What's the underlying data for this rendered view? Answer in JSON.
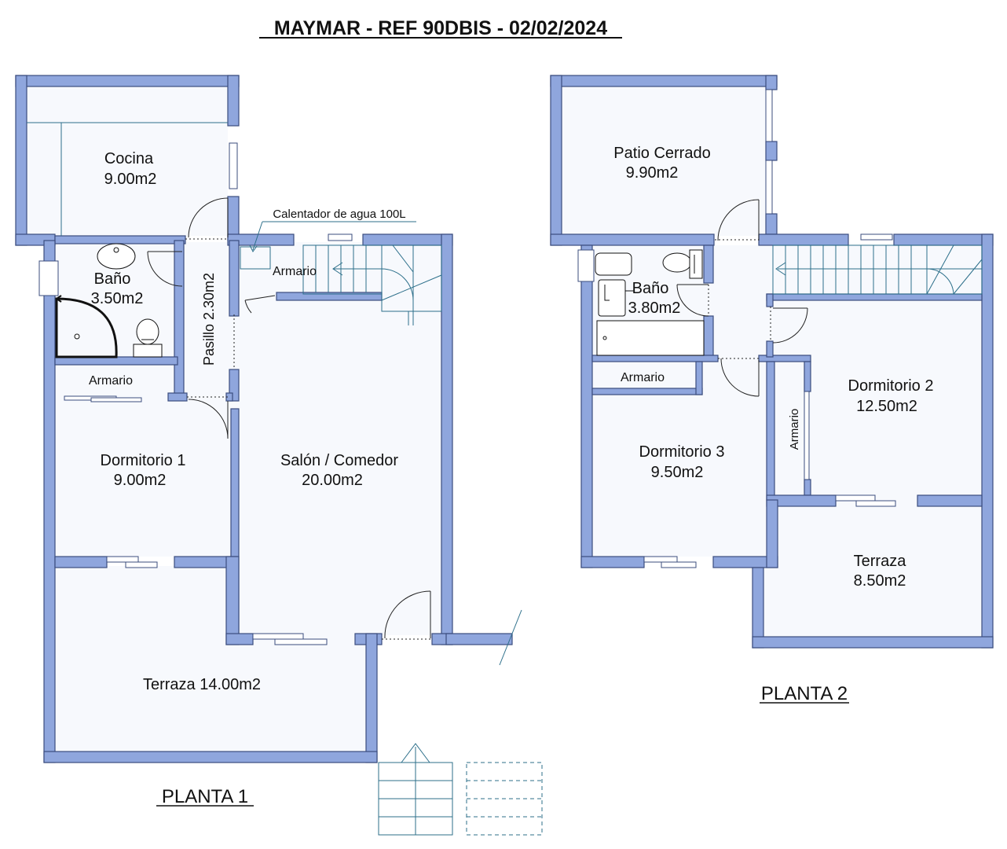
{
  "title": "MAYMAR - REF 90DBIS - 02/02/2024",
  "planta1": {
    "label": "PLANTA 1",
    "cocina": {
      "name": "Cocina",
      "area": "9.00m2"
    },
    "bano": {
      "name": "Baño",
      "area": "3.50m2"
    },
    "armario_bano": "Armario",
    "pasillo": "Pasillo 2.30m2",
    "calentador": "Calentador de agua 100L",
    "armario_escalera": "Armario",
    "dormitorio1": {
      "name": "Dormitorio 1",
      "area": "9.00m2"
    },
    "salon": {
      "name": "Salón / Comedor",
      "area": "20.00m2"
    },
    "terraza": "Terraza 14.00m2"
  },
  "planta2": {
    "label": "PLANTA 2",
    "patio": {
      "name": "Patio Cerrado",
      "area": "9.90m2"
    },
    "bano": {
      "name": "Baño",
      "area": "3.80m2"
    },
    "armario_d3": "Armario",
    "armario_d2": "Armario",
    "dormitorio2": {
      "name": "Dormitorio 2",
      "area": "12.50m2"
    },
    "dormitorio3": {
      "name": "Dormitorio 3",
      "area": "9.50m2"
    },
    "terraza": {
      "name": "Terraza",
      "area": "8.50m2"
    }
  },
  "colors": {
    "wall": "#8fa6dd",
    "wall_edge": "#3b4d7e",
    "floor": "#f7f9fd",
    "line": "#2c6f8a"
  }
}
